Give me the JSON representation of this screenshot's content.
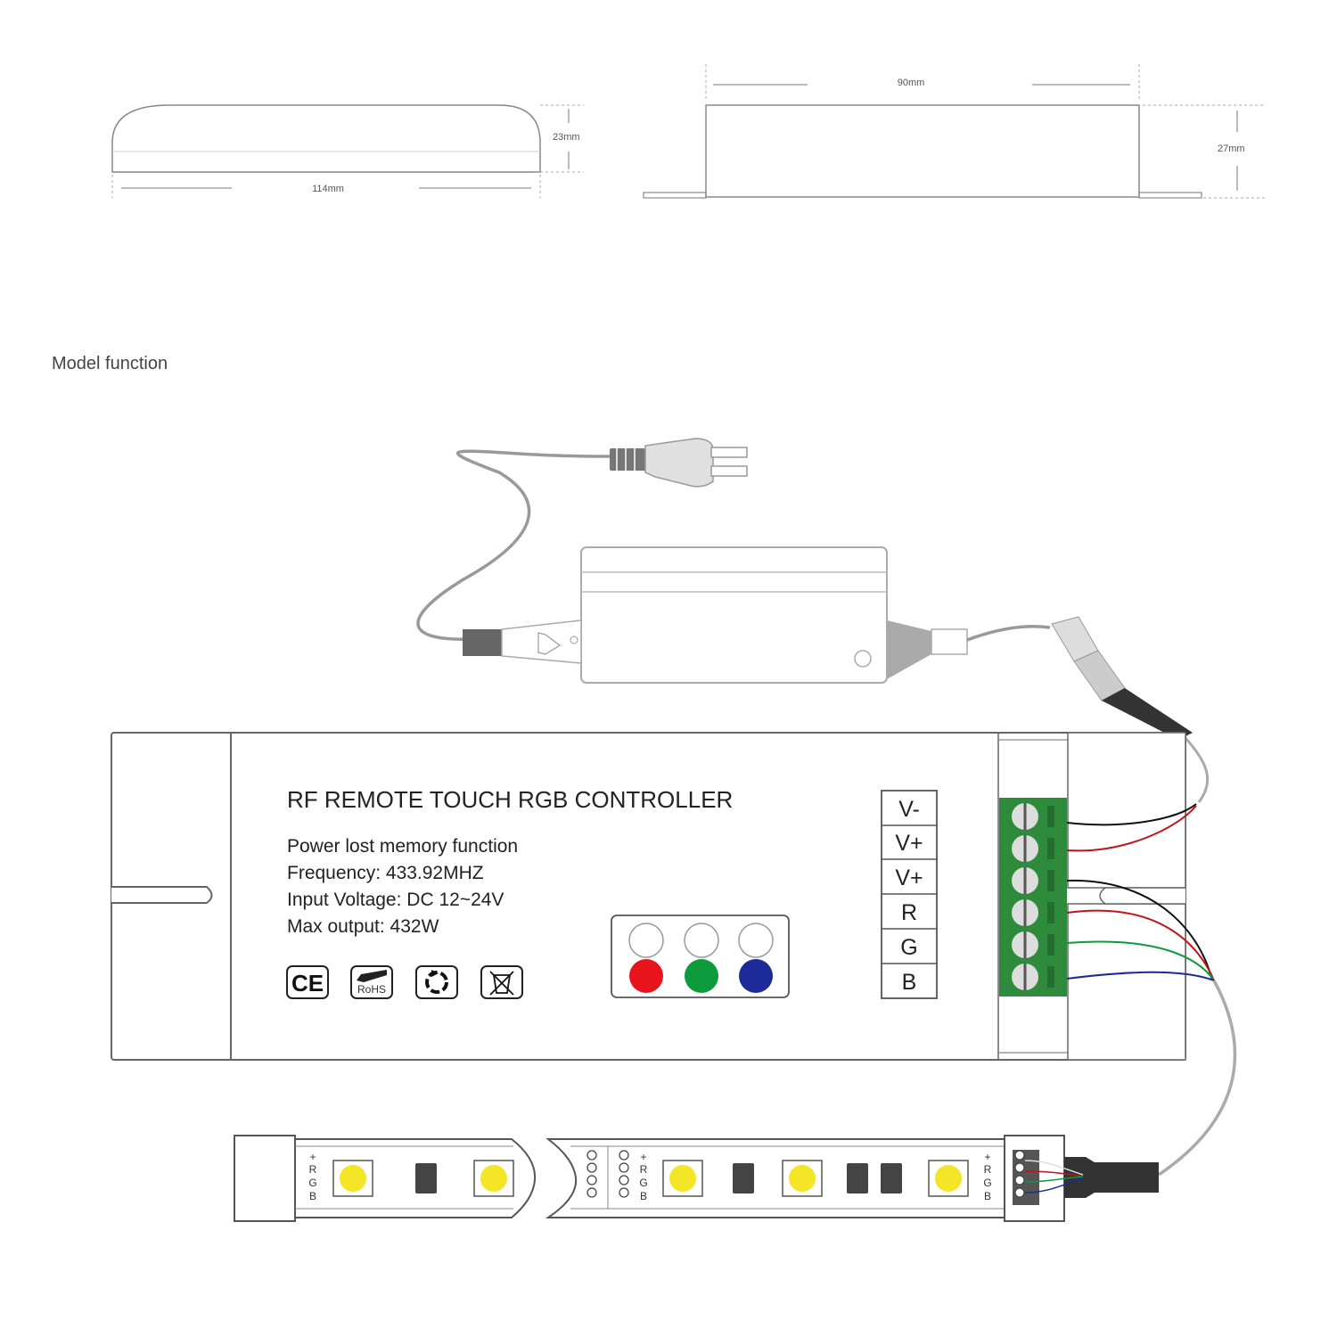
{
  "dimensions": {
    "side_width": "114mm",
    "side_height": "23mm",
    "front_width": "90mm",
    "front_height": "27mm"
  },
  "section_caption": "Model function",
  "controller": {
    "title": "RF REMOTE TOUCH RGB CONTROLLER",
    "specs": [
      "Power lost memory function",
      "Frequency: 433.92MHZ",
      "Input Voltage: DC 12~24V",
      "Max output: 432W"
    ],
    "terminals": [
      "V-",
      "V+",
      "V+",
      "R",
      "G",
      "B"
    ],
    "certifications": [
      {
        "label": "CE",
        "icon": "ce-mark-icon"
      },
      {
        "label": "RoHS",
        "icon": "rohs-mark-icon"
      },
      {
        "label": "",
        "icon": "recycle-icon"
      },
      {
        "label": "",
        "icon": "weee-bin-icon"
      }
    ],
    "led_indicators": {
      "colors": [
        "#e8141c",
        "#0c9a3c",
        "#1c2a9a"
      ]
    }
  },
  "strip": {
    "pin_labels": [
      "+",
      "R",
      "G",
      "B"
    ]
  },
  "colors": {
    "terminal_block": "#2e8b3c",
    "wire_black": "#111111",
    "wire_red": "#c0141a",
    "wire_green": "#0c9a3c",
    "wire_blue": "#1c2a9a",
    "led_yellow": "#f4e526"
  }
}
